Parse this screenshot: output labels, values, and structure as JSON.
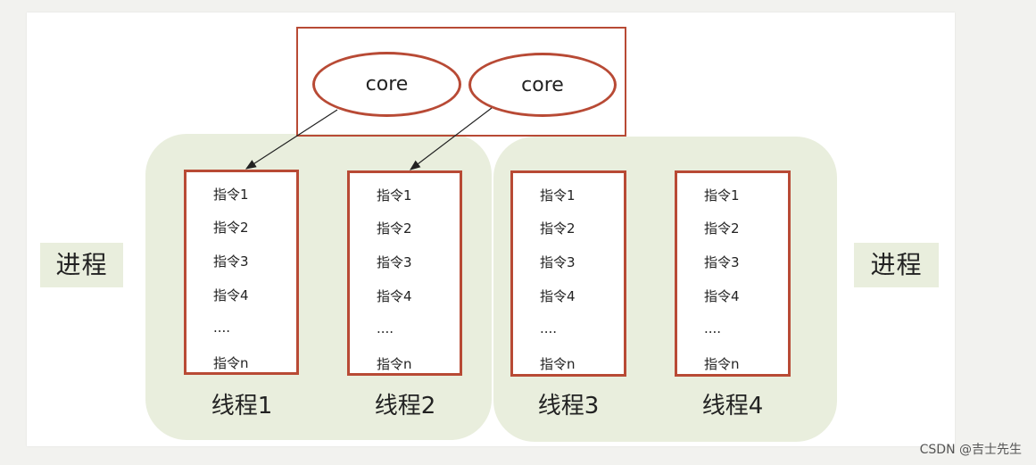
{
  "process_label": "进程",
  "cores": [
    "core",
    "core"
  ],
  "threads": [
    {
      "label": "线程1",
      "instructions": [
        "指令1",
        "指令2",
        "指令3",
        "指令4",
        "....",
        "指令n"
      ]
    },
    {
      "label": "线程2",
      "instructions": [
        "指令1",
        "指令2",
        "指令3",
        "指令4",
        "....",
        "指令n"
      ]
    },
    {
      "label": "线程3",
      "instructions": [
        "指令1",
        "指令2",
        "指令3",
        "指令4",
        "....",
        "指令n"
      ]
    },
    {
      "label": "线程4",
      "instructions": [
        "指令1",
        "指令2",
        "指令3",
        "指令4",
        "....",
        "指令n"
      ]
    }
  ],
  "watermark": "CSDN @吉士先生",
  "colors": {
    "box_border": "#b84a35",
    "process_fill": "#e9eedd"
  }
}
